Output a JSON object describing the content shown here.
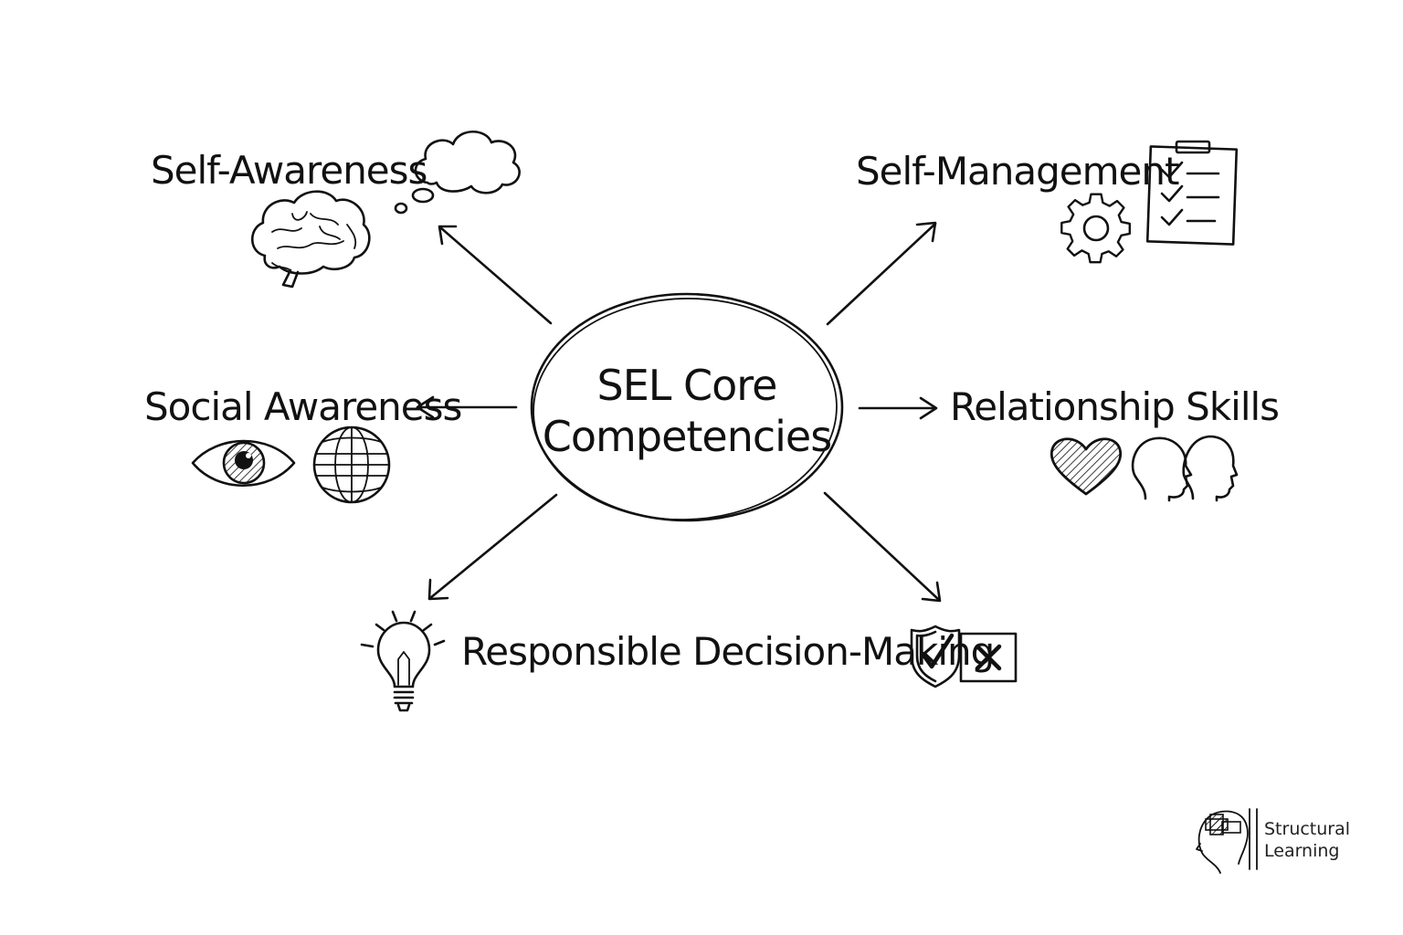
{
  "center": {
    "line1": "SEL Core",
    "line2": "Competencies"
  },
  "competencies": {
    "self_awareness": "Self-Awareness",
    "self_management": "Self-Management",
    "social_awareness": "Social Awareness",
    "relationship_skills": "Relationship Skills",
    "responsible_decision_making": "Responsible Decision-Making"
  },
  "icons": {
    "self_awareness": [
      "thought-cloud-icon",
      "brain-icon"
    ],
    "self_management": [
      "clipboard-checklist-icon",
      "gear-icon"
    ],
    "social_awareness": [
      "eye-icon",
      "globe-icon"
    ],
    "relationship_skills": [
      "heart-icon",
      "two-heads-icon"
    ],
    "responsible_decision_making": [
      "lightbulb-icon",
      "shield-check-icon",
      "x-box-icon"
    ]
  },
  "brand": {
    "line1": "Structural",
    "line2": "Learning"
  }
}
